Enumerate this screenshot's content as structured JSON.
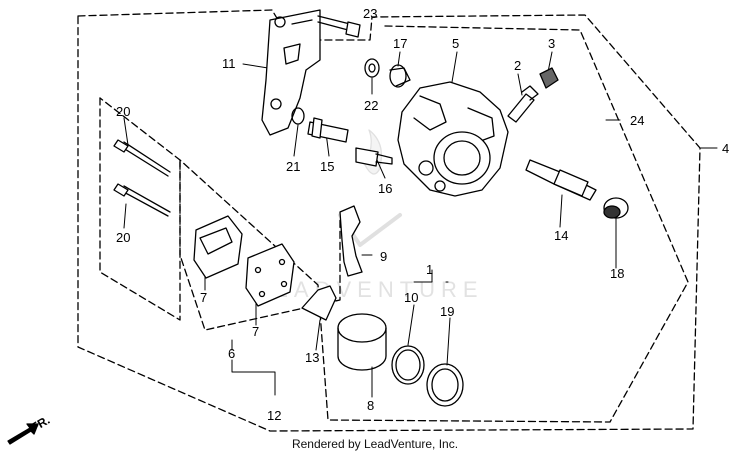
{
  "diagram": {
    "callouts": {
      "c1": "1",
      "c2": "2",
      "c3": "3",
      "c4": "4",
      "c5": "5",
      "c6": "6",
      "c7a": "7",
      "c7b": "7",
      "c8": "8",
      "c9": "9",
      "c10": "10",
      "c11": "11",
      "c12": "12",
      "c13": "13",
      "c14": "14",
      "c15": "15",
      "c16": "16",
      "c17": "17",
      "c18": "18",
      "c19": "19",
      "c20a": "20",
      "c20b": "20",
      "c21": "21",
      "c22": "22",
      "c23": "23",
      "c24": "24"
    },
    "direction_label": "FR.",
    "watermark": "LEADVENTURE",
    "footer": "Rendered by LeadVenture, Inc."
  },
  "colors": {
    "line": "#000000",
    "background": "#ffffff",
    "watermark": "#cfcfcf"
  }
}
